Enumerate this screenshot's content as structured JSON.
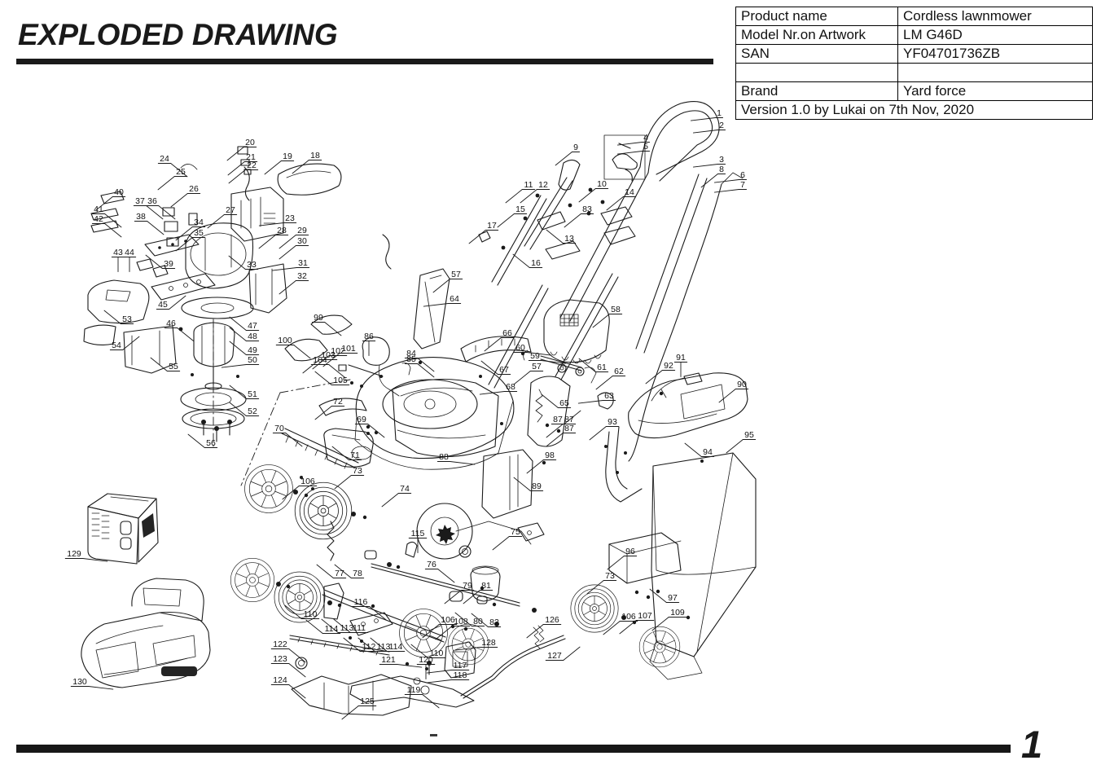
{
  "header": {
    "title": "EXPLODED DRAWING"
  },
  "info_table": {
    "rows": [
      {
        "label": "Product name",
        "value": "Cordless lawnmower"
      },
      {
        "label": "Model Nr.on Artwork",
        "value": "LM G46D"
      },
      {
        "label": "SAN",
        "value": "YF04701736ZB"
      },
      {
        "label": "",
        "value": ""
      },
      {
        "label": "Brand",
        "value": "Yard force"
      }
    ],
    "footer": "Version 1.0 by Lukai on 7th Nov, 2020"
  },
  "page": {
    "number": "1"
  },
  "diagram": {
    "description": "Exploded parts diagram of a cordless lawnmower with numbered callouts 1-130",
    "callouts": [
      [
        "1",
        883,
        139,
        "l"
      ],
      [
        "2",
        886,
        154,
        "l"
      ],
      [
        "3",
        886,
        196,
        "l"
      ],
      [
        "4",
        793,
        169,
        "l"
      ],
      [
        "5",
        793,
        180,
        "l"
      ],
      [
        "6",
        912,
        215,
        "l"
      ],
      [
        "7",
        912,
        227,
        "l"
      ],
      [
        "8",
        886,
        208,
        "dl"
      ],
      [
        "9",
        707,
        181,
        "dl"
      ],
      [
        "10",
        739,
        226,
        "dl"
      ],
      [
        "11",
        649,
        227,
        "dl"
      ],
      [
        "12",
        667,
        227,
        "dl"
      ],
      [
        "13",
        699,
        293,
        "ul"
      ],
      [
        "14",
        773,
        236,
        "dl"
      ],
      [
        "15",
        639,
        257,
        "dl"
      ],
      [
        "16",
        658,
        323,
        "ul"
      ],
      [
        "17",
        604,
        277,
        "dl"
      ],
      [
        "83",
        721,
        257,
        "dl"
      ],
      [
        "18",
        387,
        191,
        "dl"
      ],
      [
        "19",
        353,
        192,
        "dl"
      ],
      [
        "20",
        307,
        175,
        "dl"
      ],
      [
        "21",
        308,
        193,
        "dl"
      ],
      [
        "22",
        309,
        203,
        "dl"
      ],
      [
        "23",
        356,
        268,
        "l"
      ],
      [
        "24",
        202,
        195,
        "dr"
      ],
      [
        "25",
        222,
        211,
        "dl"
      ],
      [
        "26",
        238,
        232,
        "dl"
      ],
      [
        "27",
        283,
        258,
        "dl"
      ],
      [
        "28",
        346,
        283,
        "dl"
      ],
      [
        "29",
        371,
        283,
        "dl"
      ],
      [
        "30",
        371,
        296,
        "dl"
      ],
      [
        "31",
        372,
        323,
        "l"
      ],
      [
        "32",
        371,
        339,
        "dl"
      ],
      [
        "33",
        309,
        325,
        "ul"
      ],
      [
        "34",
        244,
        273,
        "dl"
      ],
      [
        "35",
        244,
        286,
        "dl"
      ],
      [
        "36",
        187,
        247,
        "dr"
      ],
      [
        "37",
        172,
        247,
        "dr"
      ],
      [
        "38",
        173,
        266,
        "dr"
      ],
      [
        "39",
        207,
        324,
        "ul"
      ],
      [
        "40",
        146,
        236,
        "dl"
      ],
      [
        "41",
        121,
        257,
        "dr"
      ],
      [
        "42",
        121,
        269,
        "dr"
      ],
      [
        "43",
        145,
        310,
        "d"
      ],
      [
        "44",
        159,
        310,
        "d"
      ],
      [
        "45",
        200,
        374,
        "ur"
      ],
      [
        "46",
        210,
        397,
        "dr"
      ],
      [
        "47",
        310,
        400,
        "ul"
      ],
      [
        "48",
        310,
        413,
        "ul"
      ],
      [
        "49",
        310,
        430,
        "ul"
      ],
      [
        "50",
        310,
        442,
        "l"
      ],
      [
        "51",
        310,
        484,
        "ul"
      ],
      [
        "52",
        310,
        505,
        "ul"
      ],
      [
        "53",
        156,
        392,
        "ul"
      ],
      [
        "54",
        143,
        424,
        "ur"
      ],
      [
        "55",
        213,
        450,
        "ul"
      ],
      [
        "56",
        259,
        544,
        "ul"
      ],
      [
        "57",
        560,
        337,
        "dl"
      ],
      [
        "57",
        659,
        450,
        "dl"
      ],
      [
        "58",
        756,
        380,
        "dl"
      ],
      [
        "59",
        657,
        437,
        "r"
      ],
      [
        "60",
        639,
        427,
        "r"
      ],
      [
        "61",
        739,
        451,
        "ul"
      ],
      [
        "62",
        760,
        456,
        "dl"
      ],
      [
        "63",
        748,
        486,
        "l"
      ],
      [
        "64",
        558,
        367,
        "l"
      ],
      [
        "65",
        693,
        495,
        "ul"
      ],
      [
        "66",
        623,
        409,
        "dl"
      ],
      [
        "67",
        619,
        454,
        "ul"
      ],
      [
        "68",
        627,
        475,
        "l"
      ],
      [
        "69",
        444,
        515,
        "dr"
      ],
      [
        "70",
        343,
        526,
        "dr"
      ],
      [
        "71",
        436,
        559,
        "ul"
      ],
      [
        "72",
        415,
        493,
        "dl"
      ],
      [
        "73",
        439,
        578,
        "dl"
      ],
      [
        "73",
        749,
        707,
        "dl"
      ],
      [
        "74",
        497,
        600,
        "dl"
      ],
      [
        "75",
        633,
        653,
        "dl"
      ],
      [
        "76",
        530,
        693,
        "dr"
      ],
      [
        "77",
        417,
        704,
        "ul"
      ],
      [
        "78",
        439,
        704,
        "ul"
      ],
      [
        "79",
        574,
        719,
        "dl"
      ],
      [
        "80",
        587,
        763,
        "ul"
      ],
      [
        "81",
        597,
        719,
        "dl"
      ],
      [
        "82",
        607,
        764,
        "ul"
      ],
      [
        "84",
        505,
        434,
        "dr"
      ],
      [
        "85",
        505,
        441,
        "dr"
      ],
      [
        "86",
        453,
        413,
        "d"
      ],
      [
        "87",
        685,
        515,
        "ur"
      ],
      [
        "87",
        699,
        515,
        "dl"
      ],
      [
        "87",
        699,
        526,
        "dl"
      ],
      [
        "88",
        545,
        561,
        "r"
      ],
      [
        "89",
        659,
        597,
        "ul"
      ],
      [
        "90",
        911,
        472,
        "dl"
      ],
      [
        "91",
        836,
        439,
        "d"
      ],
      [
        "92",
        821,
        449,
        "dl"
      ],
      [
        "93",
        752,
        518,
        "dl"
      ],
      [
        "94",
        869,
        555,
        "ul"
      ],
      [
        "95",
        920,
        534,
        "dl"
      ],
      [
        "96",
        774,
        677,
        "dl"
      ],
      [
        "97",
        826,
        734,
        "ul"
      ],
      [
        "98",
        675,
        559,
        "dl"
      ],
      [
        "99",
        391,
        390,
        "dr"
      ],
      [
        "100",
        350,
        418,
        "dr"
      ],
      [
        "101",
        428,
        428,
        "dl"
      ],
      [
        "102",
        415,
        431,
        "dl"
      ],
      [
        "103",
        403,
        436,
        "dl"
      ],
      [
        "104",
        393,
        442,
        "dr"
      ],
      [
        "105",
        418,
        467,
        "ul"
      ],
      [
        "106",
        378,
        591,
        "dl"
      ],
      [
        "106",
        550,
        761,
        "dl"
      ],
      [
        "106",
        772,
        757,
        "dl"
      ],
      [
        "107",
        792,
        756,
        "dl"
      ],
      [
        "108",
        566,
        763,
        "dl"
      ],
      [
        "109",
        832,
        752,
        "dl"
      ],
      [
        "110",
        381,
        754,
        "ul"
      ],
      [
        "110",
        536,
        802,
        "ul"
      ],
      [
        "111",
        441,
        771,
        "ul"
      ],
      [
        "112",
        453,
        794,
        "ul"
      ],
      [
        "113",
        426,
        771,
        "ul"
      ],
      [
        "113",
        471,
        794,
        "ul"
      ],
      [
        "114",
        407,
        772,
        "ul"
      ],
      [
        "114",
        486,
        794,
        "ul"
      ],
      [
        "115",
        513,
        655,
        "d"
      ],
      [
        "116",
        443,
        739,
        "dr"
      ],
      [
        "117",
        565,
        817,
        "l"
      ],
      [
        "118",
        565,
        829,
        "l"
      ],
      [
        "119",
        508,
        847,
        "dr"
      ],
      [
        "120",
        523,
        810,
        "d"
      ],
      [
        "121",
        477,
        810,
        "r"
      ],
      [
        "122",
        344,
        791,
        "dr"
      ],
      [
        "123",
        344,
        809,
        "dr"
      ],
      [
        "124",
        344,
        835,
        "dr"
      ],
      [
        "125",
        451,
        861,
        "dl"
      ],
      [
        "126",
        678,
        761,
        "dl"
      ],
      [
        "127",
        681,
        805,
        "ur"
      ],
      [
        "128",
        600,
        789,
        "l"
      ],
      [
        "129",
        91,
        680,
        "r"
      ],
      [
        "130",
        98,
        837,
        "r"
      ]
    ]
  }
}
